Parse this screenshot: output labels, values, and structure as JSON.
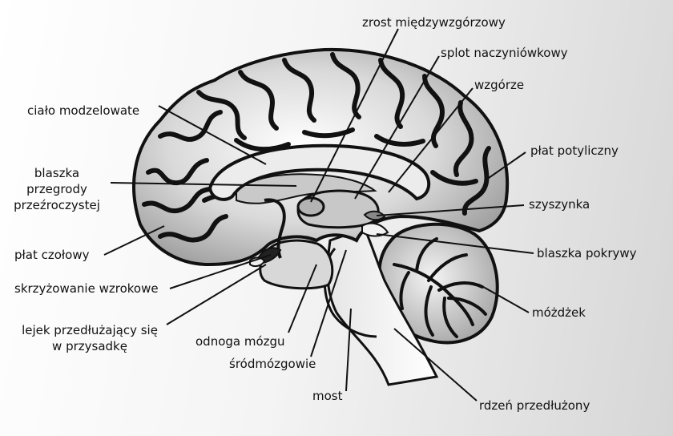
{
  "labels": {
    "zrost": "zrost międzywzgórzowy",
    "splot": "splot naczyniówkowy",
    "wzgorze": "wzgórze",
    "cialo": "ciało modzelowate",
    "plat_potyliczny": "płat potyliczny",
    "blaszka_przegrody": "blaszka\nprzegrody\nprzeźroczystej",
    "szyszynka": "szyszynka",
    "plat_czolowy": "płat czołowy",
    "blaszka_pokrywy": "blaszka pokrywy",
    "skrzyzowanie": "skrzyżowanie wzrokowe",
    "mozdzek": "móżdżek",
    "lejek": "lejek przedłużający się\nw przysadkę",
    "odnoga": "odnoga mózgu",
    "srodmozgowie": "śródmózgowie",
    "most": "most",
    "rdzen": "rdzeń przedłużony"
  }
}
